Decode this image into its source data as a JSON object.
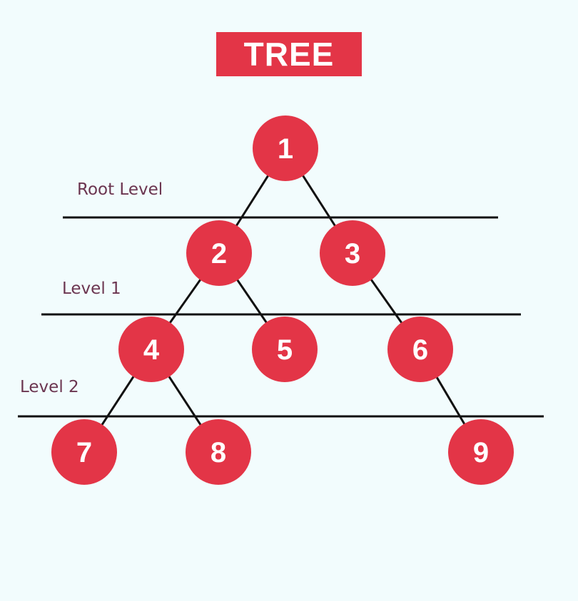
{
  "title": "TREE",
  "levels": [
    {
      "id": "root",
      "label": "Root Level"
    },
    {
      "id": "1",
      "label": "Level 1"
    },
    {
      "id": "2",
      "label": "Level 2"
    }
  ],
  "nodes": [
    {
      "id": "1",
      "label": "1"
    },
    {
      "id": "2",
      "label": "2"
    },
    {
      "id": "3",
      "label": "3"
    },
    {
      "id": "4",
      "label": "4"
    },
    {
      "id": "5",
      "label": "5"
    },
    {
      "id": "6",
      "label": "6"
    },
    {
      "id": "7",
      "label": "7"
    },
    {
      "id": "8",
      "label": "8"
    },
    {
      "id": "9",
      "label": "9"
    }
  ],
  "edges": [
    {
      "from": "1",
      "to": "2"
    },
    {
      "from": "1",
      "to": "3"
    },
    {
      "from": "2",
      "to": "4"
    },
    {
      "from": "2",
      "to": "5"
    },
    {
      "from": "3",
      "to": "6"
    },
    {
      "from": "4",
      "to": "7"
    },
    {
      "from": "4",
      "to": "8"
    },
    {
      "from": "6",
      "to": "9"
    }
  ],
  "colors": {
    "node_fill": "#e33547",
    "title_fill": "#e33547",
    "line": "#111111",
    "level_text": "#6b3550",
    "background": "#f2fcfd"
  }
}
